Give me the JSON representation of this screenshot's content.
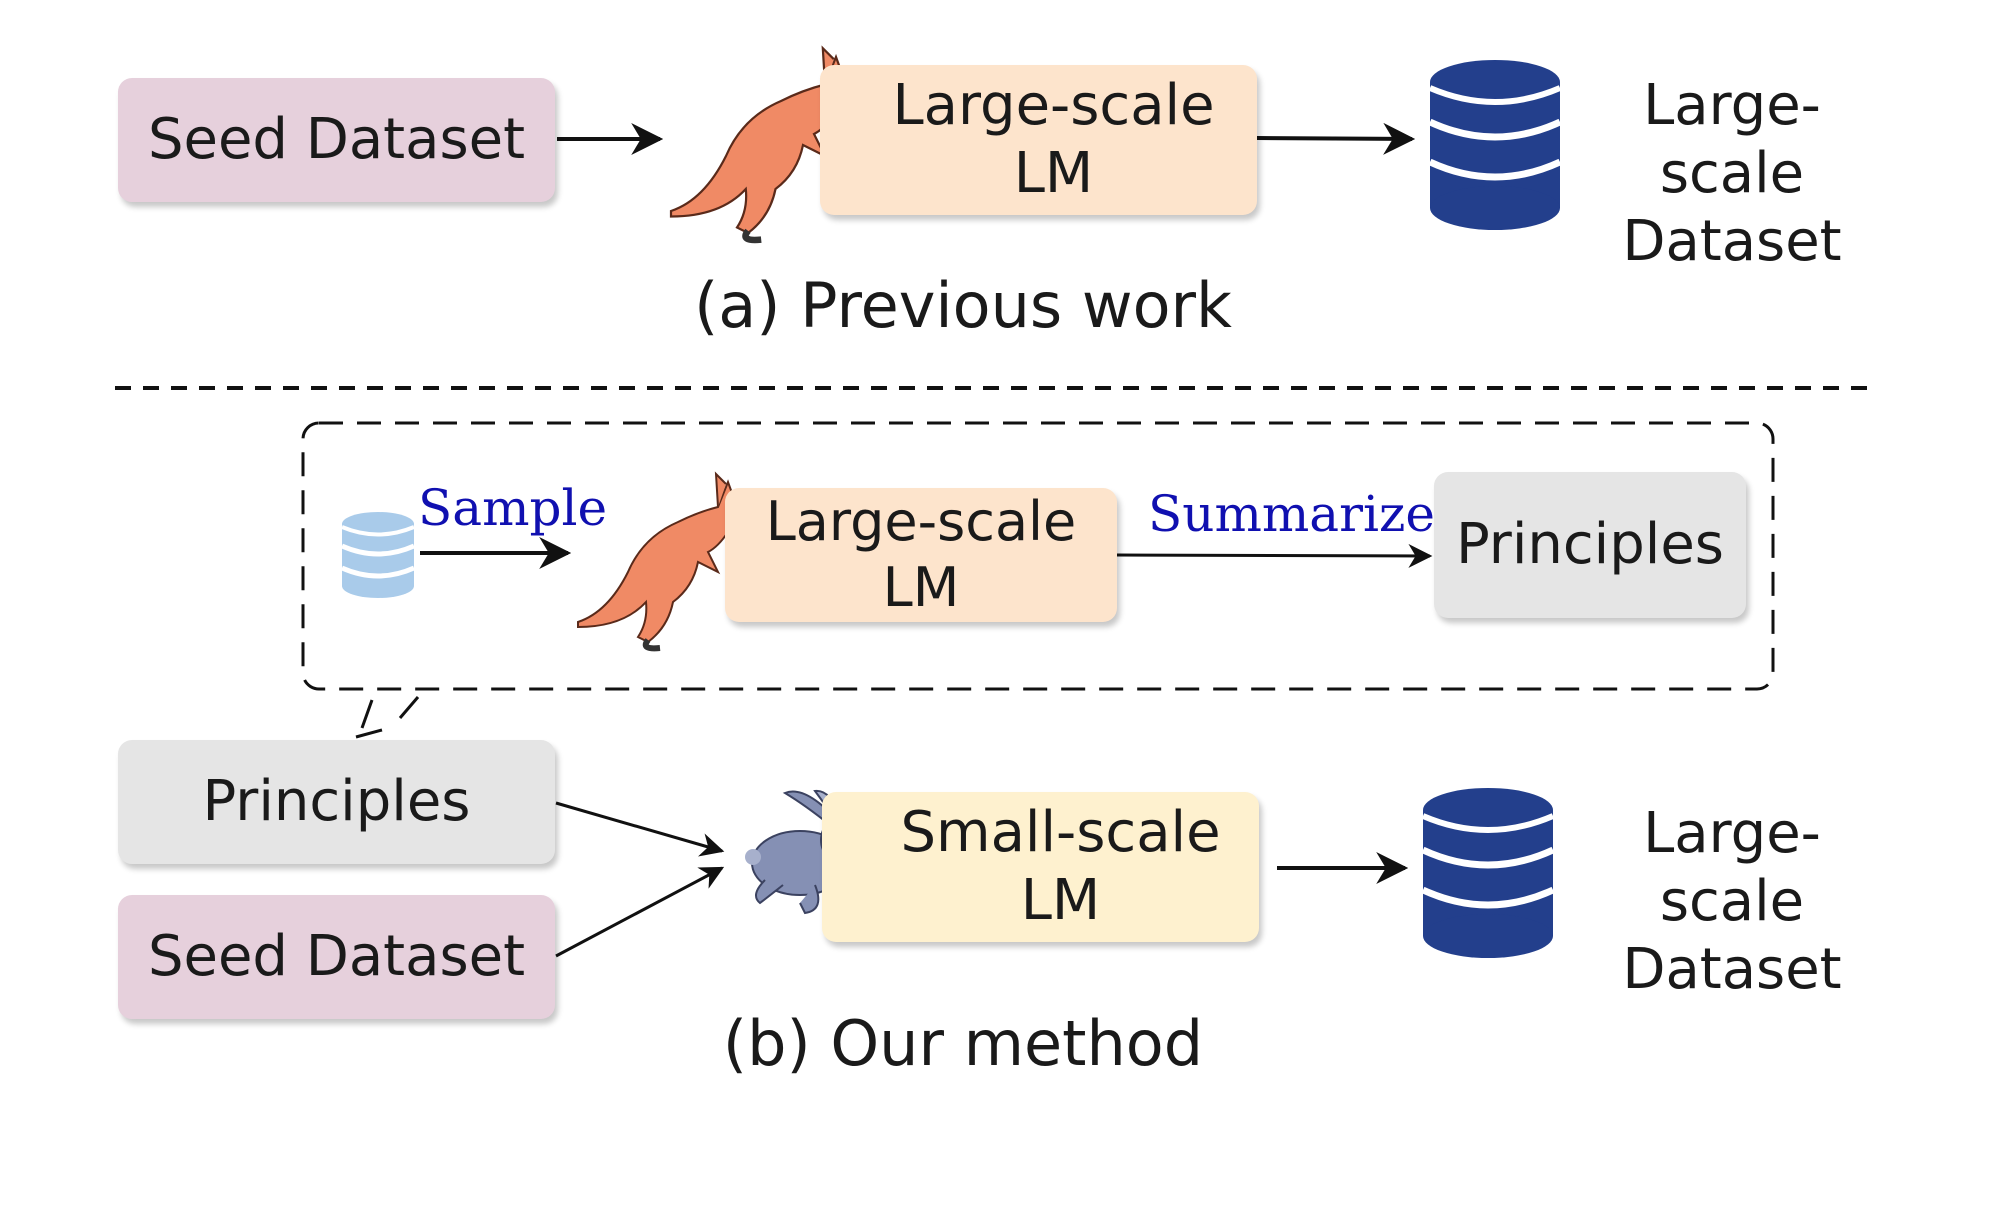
{
  "previous": {
    "seed": "Seed Dataset",
    "llm_line1": "Large-scale",
    "llm_line2": "LM",
    "output_line1": "Large-scale",
    "output_line2": "Dataset",
    "caption": "(a) Previous work"
  },
  "ours": {
    "sample": "Sample",
    "llm_line1": "Large-scale",
    "llm_line2": "LM",
    "summarize": "Summarize",
    "principles_top": "Principles",
    "principles": "Principles",
    "seed": "Seed Dataset",
    "slm_line1": "Small-scale",
    "slm_line2": "LM",
    "output_line1": "Large-scale",
    "output_line2": "Dataset",
    "caption": "(b) Our method"
  },
  "colors": {
    "seed": "#e6d0dc",
    "large_lm": "#fde4cc",
    "small_lm": "#fef1cf",
    "principles": "#e5e5e5",
    "database_dark": "#233f8c",
    "database_light": "#a9cbea",
    "verb_text": "#1010b0",
    "kangaroo": "#f08a65",
    "rabbit": "#8590b4"
  },
  "icons": [
    "kangaroo-icon",
    "rabbit-icon",
    "database-icon"
  ]
}
